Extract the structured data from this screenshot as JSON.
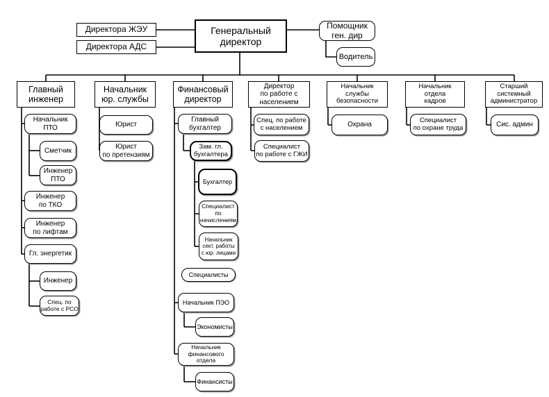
{
  "nodes": {
    "dir_zheu": "Директора ЖЭУ",
    "dir_ads": "Директора АДС",
    "gen_dir": "Генеральный\nдиректор",
    "assistant": "Помощник\nген. дир",
    "driver": "Водитель",
    "chief_eng": "Главный\nинженер",
    "head_legal": "Начальник\nюр. службы",
    "fin_dir": "Финансовый\nдиректор",
    "dir_population": "Директор\nпо работе с\nнаселением",
    "head_security": "Начальник\nслужбы\nбезопасности",
    "head_hr": "Начальник\nотдела\nкадров",
    "senior_admin": "Старший\nсистемный\nадминистратор",
    "head_pto": "Начальник\nПТО",
    "estimator": "Сметчик",
    "engineer_pto": "Инженер\nПТО",
    "engineer_tko": "Инженер\nпо ТКО",
    "engineer_lifts": "Инженер\nпо лифтам",
    "chief_energetic": "Гл. энергетик",
    "engineer": "Инженер",
    "spec_rso": "Спец. по\nработе с РСО",
    "lawyer": "Юрист",
    "lawyer_claims": "Юрист\nпо претензиям",
    "chief_accountant": "Главный\nбухгалтер",
    "deputy_chief_accountant": "Зам. гл.\nбухгалтера",
    "accountant": "Бухгалтер",
    "spec_accruals": "Специалист\nпо\nначислениям",
    "head_legal_entities": "Начальник\nсект. работы\nс юр. лицами",
    "specialists": "Специалисты",
    "head_peo": "Начальник ПЭО",
    "economists": "Экономисты",
    "head_fin_dept": "Начальник\nфинансового\nотдела",
    "financiers": "Финансисты",
    "spec_population": "Спец. по работе\nс населением",
    "spec_gzhi": "Специалист\nпо работе с ГЖИ",
    "guard": "Охрана",
    "spec_labor": "Специалист\nпо охране труда",
    "sys_admin": "Сис. админ"
  }
}
